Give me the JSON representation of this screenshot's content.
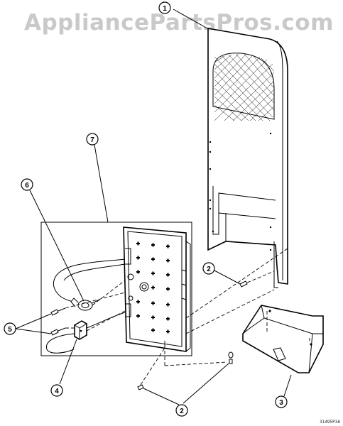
{
  "watermark": "AppliancePartsPros.com",
  "doc_code": "31495P3A",
  "callouts": {
    "c1": "1",
    "c2a": "2",
    "c2b": "2",
    "c3": "3",
    "c4": "4",
    "c5": "5",
    "c6": "6",
    "c7": "7"
  }
}
